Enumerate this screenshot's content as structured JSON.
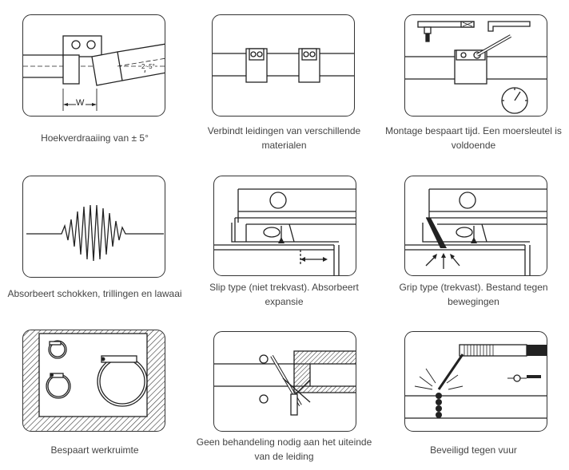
{
  "features": [
    {
      "id": "angle",
      "caption": "Hoekverdraaiing van ± 5°",
      "labels": {
        "angle": "2~5°",
        "width": "W"
      }
    },
    {
      "id": "materials",
      "caption": "Verbindt leidingen van verschillende materialen"
    },
    {
      "id": "wrench",
      "caption": "Montage bespaart tijd. Een moersleutel is voldoende"
    },
    {
      "id": "vibration",
      "caption": "Absorbeert schokken, trillingen en lawaai"
    },
    {
      "id": "slip",
      "caption": "Slip type (niet trekvast). Absorbeert expansie"
    },
    {
      "id": "grip",
      "caption": "Grip type (trekvast). Bestand tegen bewegingen"
    },
    {
      "id": "space",
      "caption": "Bespaart werkruimte"
    },
    {
      "id": "pipe-end",
      "caption": "Geen behandeling nodig aan het uiteinde van de leiding"
    },
    {
      "id": "fire",
      "caption": "Beveiligd tegen vuur"
    }
  ]
}
